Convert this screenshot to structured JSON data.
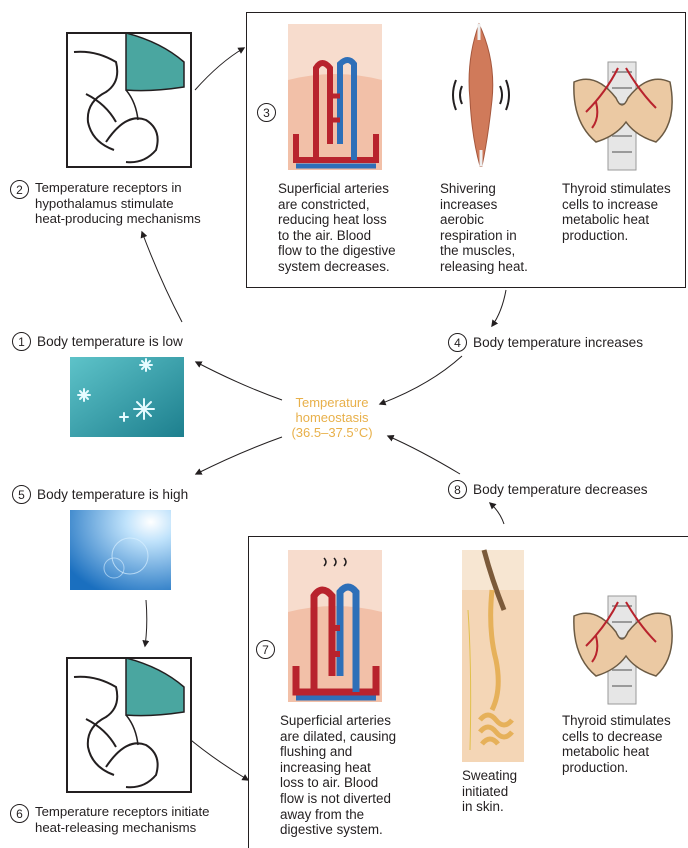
{
  "center": {
    "label": "Temperature\nhomeostasis\n(36.5–37.5°C)"
  },
  "steps": {
    "s1": {
      "num": "1",
      "text": "Body temperature is low"
    },
    "s2": {
      "num": "2",
      "text": "Temperature receptors in\nhypothalamus stimulate\nheat-producing mechanisms"
    },
    "s3": {
      "num": "3"
    },
    "s4": {
      "num": "4",
      "text": "Body temperature increases"
    },
    "s5": {
      "num": "5",
      "text": "Body temperature is high"
    },
    "s6": {
      "num": "6",
      "text": "Temperature receptors initiate\nheat-releasing mechanisms"
    },
    "s7": {
      "num": "7"
    },
    "s8": {
      "num": "8",
      "text": "Body temperature decreases"
    }
  },
  "top_panel": {
    "arteries": "Superficial arteries\nare constricted,\nreducing heat loss\nto the air. Blood\nflow to the digestive\nsystem decreases.",
    "shivering": "Shivering\nincreases\naerobic\nrespiration in\nthe muscles,\nreleasing heat.",
    "thyroid": "Thyroid stimulates\ncells to increase\nmetabolic heat\nproduction."
  },
  "bottom_panel": {
    "arteries": "Superficial arteries\nare dilated, causing\nflushing and\nincreasing heat\nloss to air. Blood\nflow is not diverted\naway from the\ndigestive system.",
    "sweating": "Sweating\ninitiated\nin skin.",
    "thyroid": "Thyroid stimulates\ncells to decrease\nmetabolic heat\nproduction."
  },
  "colors": {
    "accent": "#e8b04a",
    "artery": "#b8232d",
    "vein": "#2e6fb8",
    "teal": "#4aa6a0",
    "skin": "#f2c0a8"
  },
  "icons": [
    "hypothalamus-icon",
    "snowflake-image",
    "sun-glare-image",
    "blood-vessel-icon",
    "muscle-icon",
    "thyroid-icon",
    "sweat-gland-icon"
  ]
}
